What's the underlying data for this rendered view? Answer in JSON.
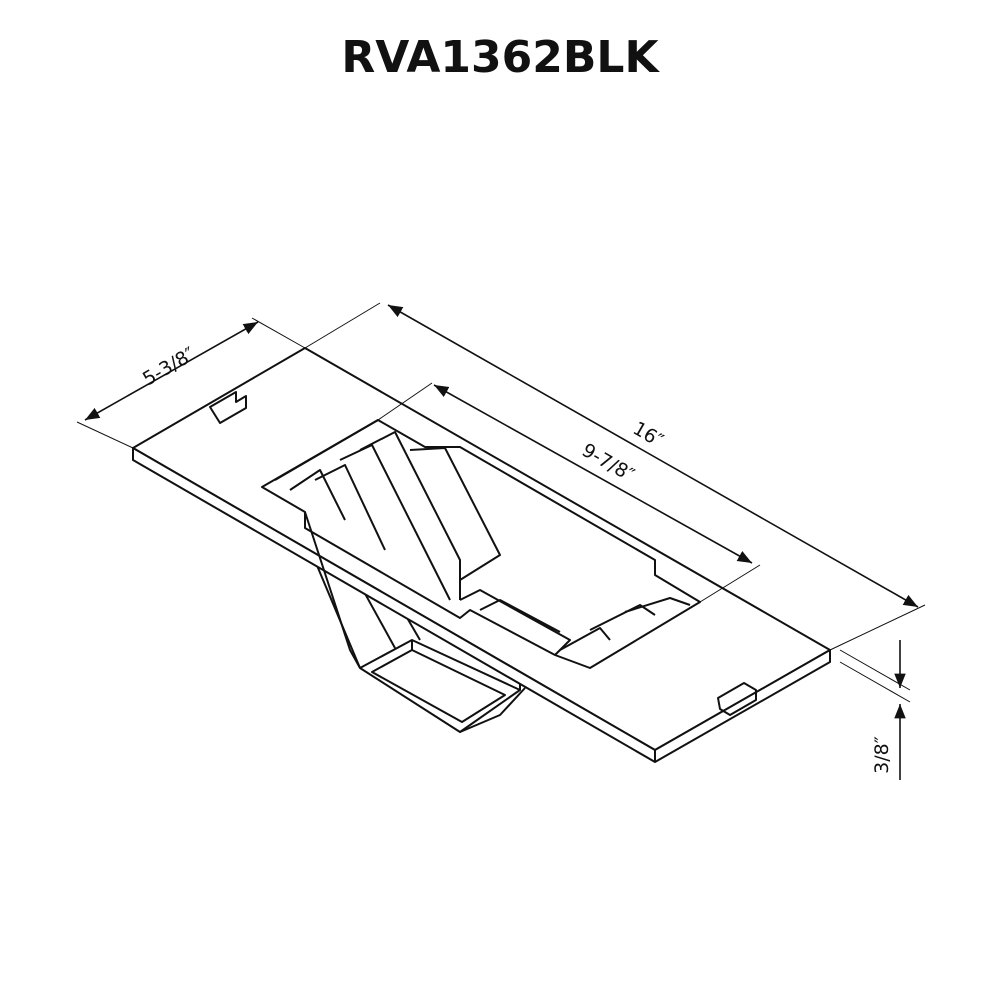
{
  "title": "RVA1362BLK",
  "dimensions": {
    "width": "5-3/8″",
    "length": "16″",
    "opening": "9-7/8″",
    "thickness": "3/8″"
  },
  "colors": {
    "line": "#111111",
    "background": "#ffffff"
  }
}
